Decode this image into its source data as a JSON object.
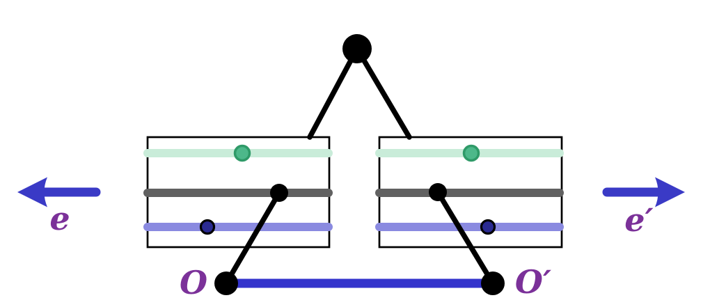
{
  "figure": {
    "background": "#ffffff",
    "labels": {
      "left_axis": "e",
      "right_axis": "e′",
      "origin_left": "O",
      "origin_right": "O′"
    },
    "colors": {
      "line_black": "#000000",
      "box_border": "#000000",
      "mint_bar": "#c9ecd9",
      "green_dot_fill": "#4db88a",
      "green_dot_stroke": "#2f9a68",
      "gray_bar": "#616161",
      "periwinkle_bar": "#8a8ae0",
      "navy_dot_fill": "#2a2a92",
      "navy_dot_stroke": "#000000",
      "blue_segment": "#3333cc",
      "arrow_blue": "#3a3ac6",
      "label_purple": "#7b3199"
    }
  }
}
